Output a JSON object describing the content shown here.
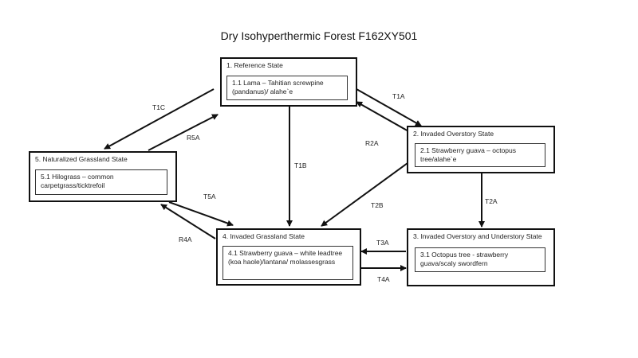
{
  "title": "Dry Isohyperthermic Forest F162XY501",
  "states": {
    "s1": {
      "title": "1. Reference State",
      "phase": "1.1 Lama – Tahitian screwpine (pandanus)/ alahe`e"
    },
    "s2": {
      "title": "2. Invaded Overstory State",
      "phase": "2.1 Strawberry guava – octopus tree/alahe`e"
    },
    "s3": {
      "title": "3. Invaded Overstory and Understory State",
      "phase": "3.1 Octopus tree - strawberry guava/scaly swordfern"
    },
    "s4": {
      "title": "4. Invaded Grassland State",
      "phase": "4.1 Strawberry guava – white leadtree (koa haole)/lantana/ molassesgrass"
    },
    "s5": {
      "title": "5. Naturalized Grassland State",
      "phase": "5.1 Hilograss – common carpetgrass/ticktrefoil"
    }
  },
  "transitions": {
    "t1a": "T1A",
    "t1b": "T1B",
    "t1c": "T1C",
    "r2a": "R2A",
    "t2a": "T2A",
    "t2b": "T2B",
    "t3a": "T3A",
    "t4a": "T4A",
    "r4a": "R4A",
    "r5a": "R5A",
    "t5a": "T5A"
  }
}
